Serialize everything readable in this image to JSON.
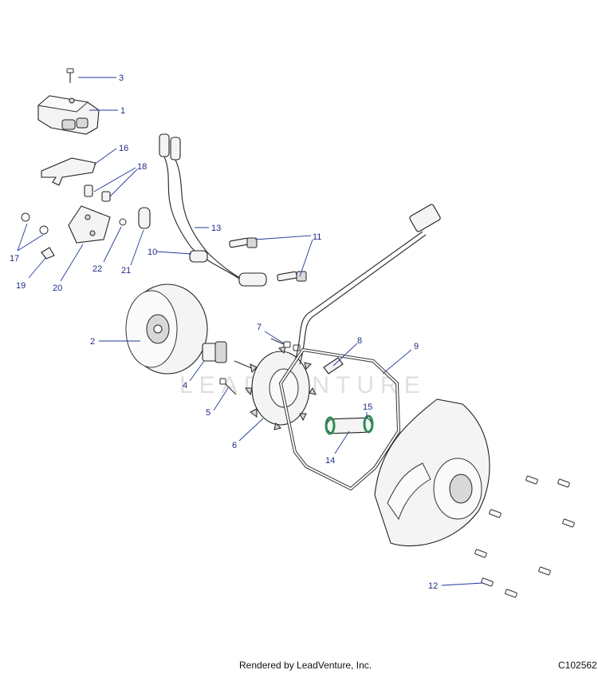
{
  "callouts": [
    "1",
    "2",
    "3",
    "4",
    "5",
    "6",
    "7",
    "8",
    "9",
    "10",
    "11",
    "12",
    "13",
    "14",
    "15",
    "16",
    "17",
    "18",
    "19",
    "20",
    "21",
    "22"
  ],
  "watermark": "LEADVENTURE",
  "footer": {
    "credit": "Rendered by LeadVenture, Inc.",
    "code": "C102562"
  },
  "colors": {
    "callout": "#1d2a8a",
    "line": "#222222",
    "seal_green": "#2e8b57"
  }
}
